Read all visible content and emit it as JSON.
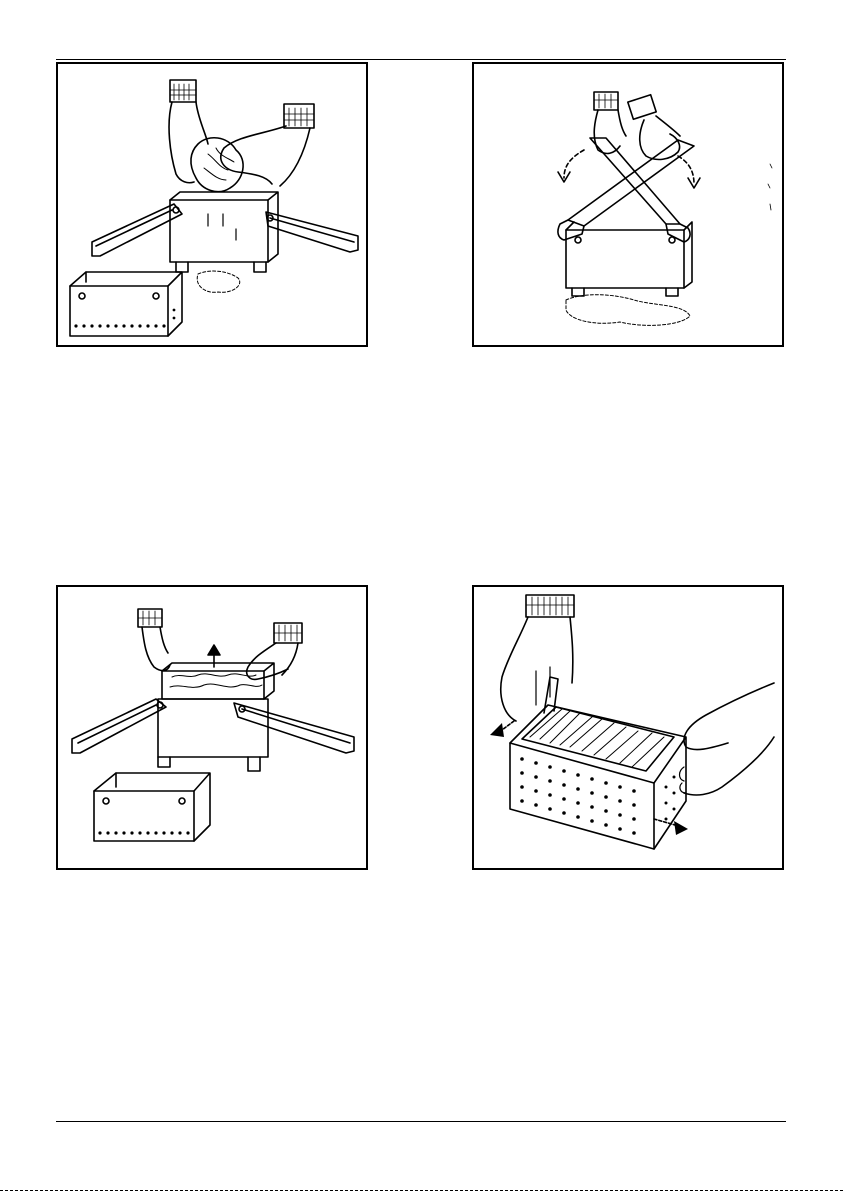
{
  "page": {
    "figures": [
      {
        "id": "step-1"
      },
      {
        "id": "step-2"
      },
      {
        "id": "step-3"
      },
      {
        "id": "step-4"
      }
    ]
  }
}
